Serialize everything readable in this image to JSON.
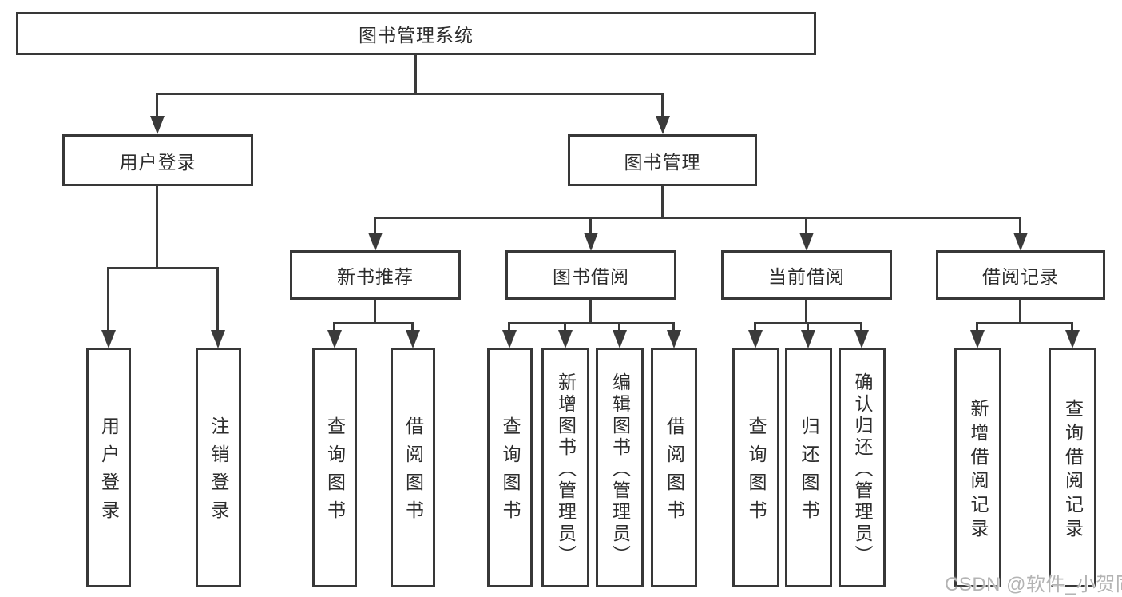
{
  "diagram": {
    "root": {
      "label": "图书管理系统"
    },
    "level2": [
      {
        "label": "用户登录"
      },
      {
        "label": "图书管理"
      }
    ],
    "level3": [
      {
        "label": "新书推荐"
      },
      {
        "label": "图书借阅"
      },
      {
        "label": "当前借阅"
      },
      {
        "label": "借阅记录"
      }
    ],
    "leaves": {
      "user_login": [
        {
          "label": "用户登录"
        },
        {
          "label": "注销登录"
        }
      ],
      "new_book_recommend": [
        {
          "label": "查询图书"
        },
        {
          "label": "借阅图书"
        }
      ],
      "book_borrow": [
        {
          "label": "查询图书"
        },
        {
          "label": "新增图书（管理员）"
        },
        {
          "label": "编辑图书（管理员）"
        },
        {
          "label": "借阅图书"
        }
      ],
      "current_borrow": [
        {
          "label": "查询图书"
        },
        {
          "label": "归还图书"
        },
        {
          "label": "确认归还（管理员）"
        }
      ],
      "borrow_record": [
        {
          "label": "新增借阅记录"
        },
        {
          "label": "查询借阅记录"
        }
      ]
    }
  },
  "watermark": {
    "text": "CSDN @软件_小贺同学"
  },
  "colors": {
    "line": "#3a3a3a",
    "text": "#2d2d2d",
    "background": "#ffffff",
    "watermark": "#b4b4b4"
  }
}
